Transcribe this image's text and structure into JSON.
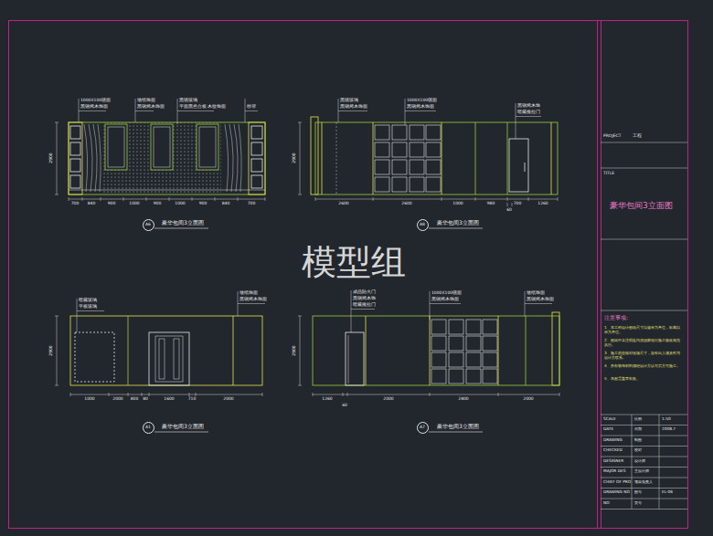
{
  "diagram": {
    "nodes": [
      {
        "text": [
          "A6"
        ]
      },
      {
        "text": [
          "A8"
        ]
      },
      {
        "text": [
          "A1"
        ]
      },
      {
        "text": [
          "A7"
        ]
      }
    ],
    "labels": [
      "1000X100镜面",
      "黑钢烤木饰面",
      "墙纸饰面",
      "黑钢烤木饰面",
      "黑镜玻璃",
      "平面黑色台板 木纹饰面",
      "纱帘",
      "700",
      "840",
      "900",
      "1000",
      "900",
      "1000",
      "900",
      "840",
      "700",
      "2900",
      "豪华包间3立面图",
      "黑镜玻璃",
      "黑钢烤木饰面",
      "1000X100镜面",
      "黑钢烤木饰面",
      "黑钢烤木饰",
      "暗藏推拉门",
      "2600",
      "2600",
      "1000",
      "980",
      "700",
      "1260",
      "60",
      "2900",
      "豪华包间3立面图",
      "暗藏玻璃",
      "平板玻璃",
      "墙纸饰面",
      "黑钢烤木饰面",
      "1000",
      "2000",
      "800",
      "80",
      "1600",
      "710",
      "2000",
      "2900",
      "豪华包间3立面图",
      "成品防火门",
      "黑钢烤木饰",
      "暗藏推拉门",
      "1000X100镜面",
      "黑钢烤木饰面",
      "墙纸饰面",
      "黑钢烤木饰面",
      "1260",
      "60",
      "2000",
      "2800",
      "2000",
      "2900",
      "豪华包间3立面图",
      "模型组",
      "PROJECT",
      "工程",
      "TITLE",
      "豪华包间3立面图",
      "注意事项:",
      "1、本工程设计图纸尺寸以毫米为单位，标高以米为单位。",
      "2、图纸中未注明处均按国家现行施工验收规范执行。",
      "3、施工前应核对现场尺寸，如有出入请及时与设计方联系。",
      "4、所有装饰材料须经设计方认可后方可施工。",
      "5、本图需盖章有效。",
      "SCALE",
      "比例",
      "1:50",
      "DATE",
      "日期",
      "2008.7",
      "DRAWING",
      "制图",
      "CHECKED",
      "校对",
      "DESIGNER",
      "设计师",
      "MAJOR DES",
      "主设计师",
      "CHIEF OF PRO",
      "项目负责人",
      "DRAWING NO",
      "图号",
      "EL-06",
      "NO",
      "页号"
    ]
  }
}
